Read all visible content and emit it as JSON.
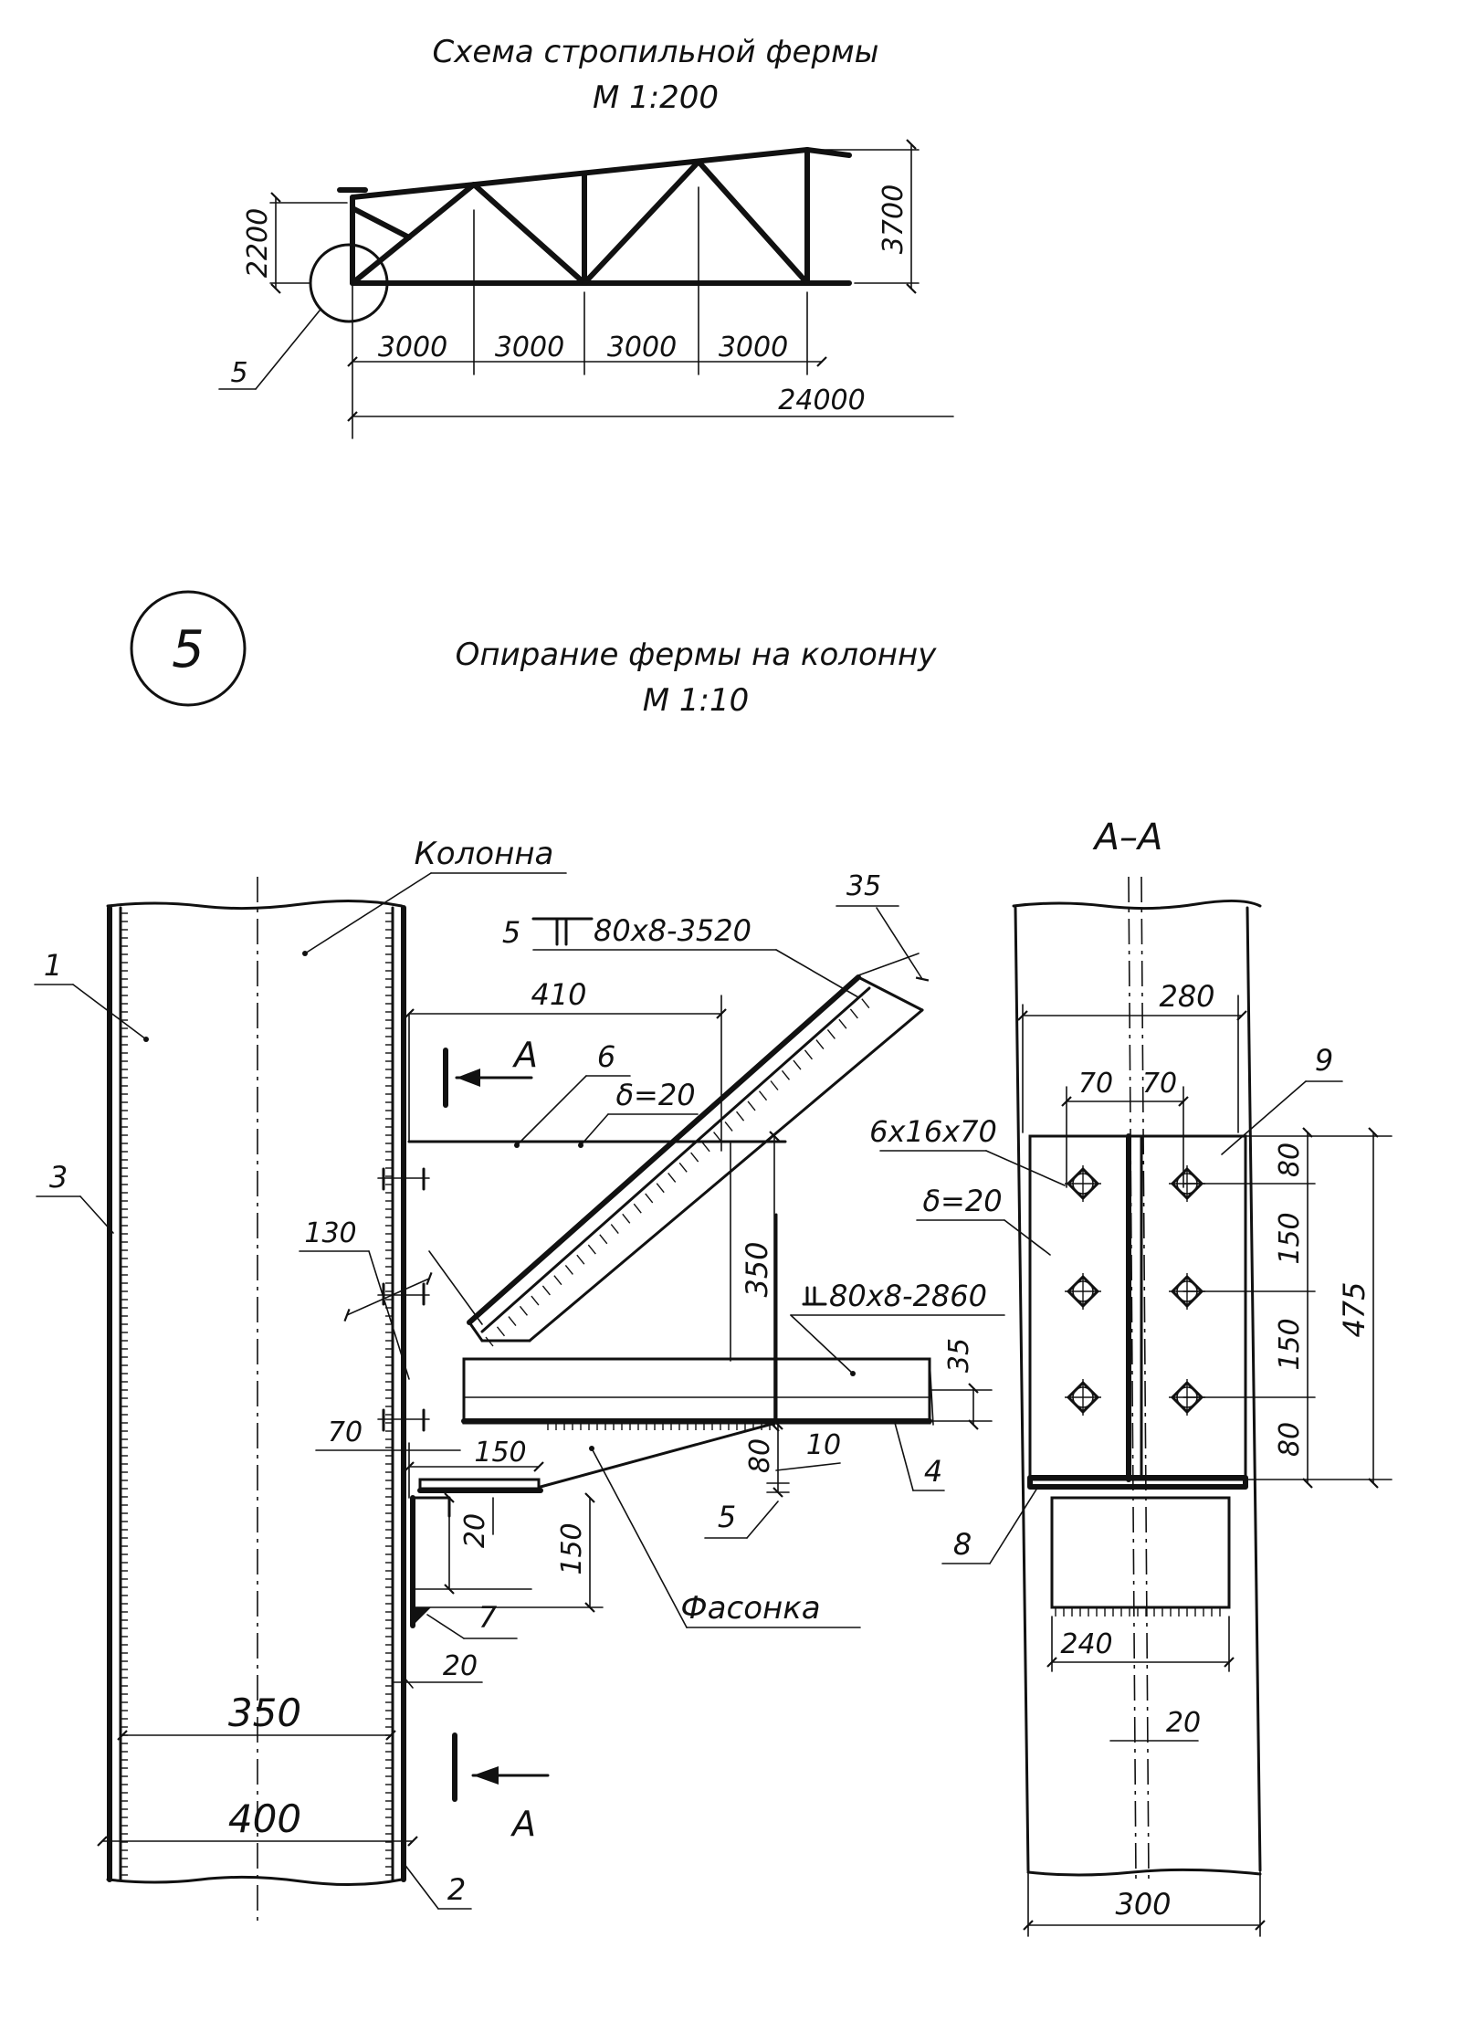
{
  "truss_scheme": {
    "title": "Схема стропильной фермы",
    "scale": "М 1:200",
    "dim_height_left": "2200",
    "dim_height_right": "3700",
    "panel_1": "3000",
    "panel_2": "3000",
    "panel_3": "3000",
    "panel_4": "3000",
    "span": "24000",
    "node_ref": "5"
  },
  "detail": {
    "badge": "5",
    "title": "Опирание фермы на колонну",
    "scale": "М 1:10"
  },
  "elevation": {
    "column_label": "Колонна",
    "pos_1": "1",
    "pos_2": "2",
    "pos_3": "3",
    "pos_4": "4",
    "pos_5": "5",
    "pos_6": "6",
    "pos_7": "7",
    "diag_member_no": "5",
    "diag_member_spec": "80х8-3520",
    "chord_member_spec": "80х8-2860",
    "gusset_label": "Фасонка",
    "plate_thickness": "δ=20",
    "section_mark": "А",
    "dim_410": "410",
    "dim_350_vert": "350",
    "dim_35_top": "35",
    "dim_35_chord": "35",
    "dim_130": "130",
    "dim_70": "70",
    "dim_150_h": "150",
    "dim_80": "80",
    "dim_10": "10",
    "dim_20_a": "20",
    "dim_150_v": "150",
    "dim_20_b": "20",
    "dim_350": "350",
    "dim_400": "400"
  },
  "section": {
    "title": "А–А",
    "dim_280": "280",
    "dim_70_l": "70",
    "dim_70_r": "70",
    "pos_9": "9",
    "pos_8": "8",
    "bolts_spec": "6х16х70",
    "plate_thickness": "δ=20",
    "dim_80_top": "80",
    "dim_150_a": "150",
    "dim_150_b": "150",
    "dim_80_bot": "80",
    "dim_475": "475",
    "dim_240": "240",
    "dim_20": "20",
    "dim_300": "300"
  }
}
